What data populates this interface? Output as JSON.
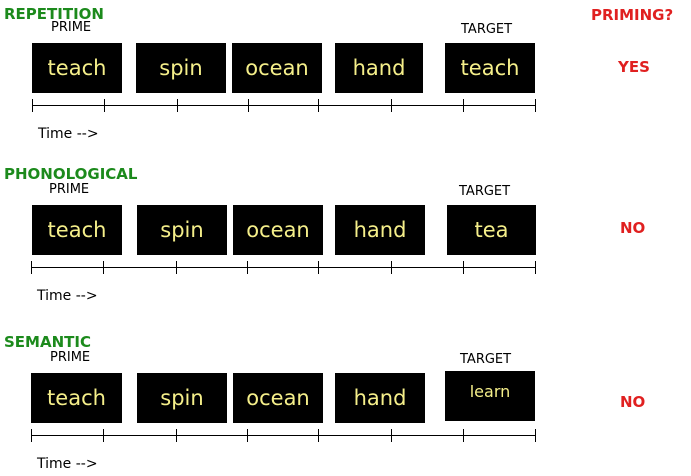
{
  "header": {
    "priming_label": "PRIMING?"
  },
  "sections": [
    {
      "title": "REPETITION",
      "prime_label": "PRIME",
      "target_label": "TARGET",
      "words": [
        "teach",
        "spin",
        "ocean",
        "hand",
        "teach"
      ],
      "time_label": "Time -->",
      "answer": "YES"
    },
    {
      "title": "PHONOLOGICAL",
      "prime_label": "PRIME",
      "target_label": "TARGET",
      "words": [
        "teach",
        "spin",
        "ocean",
        "hand",
        "tea"
      ],
      "time_label": "Time -->",
      "answer": "NO"
    },
    {
      "title": "SEMANTIC",
      "prime_label": "PRIME",
      "target_label": "TARGET",
      "words": [
        "teach",
        "spin",
        "ocean",
        "hand",
        "learn"
      ],
      "time_label": "Time -->",
      "answer": "NO"
    }
  ],
  "colors": {
    "section_title": "#1c8a1c",
    "answer": "#e02020",
    "box_background": "#000000",
    "box_text": "#f5ef8a"
  }
}
